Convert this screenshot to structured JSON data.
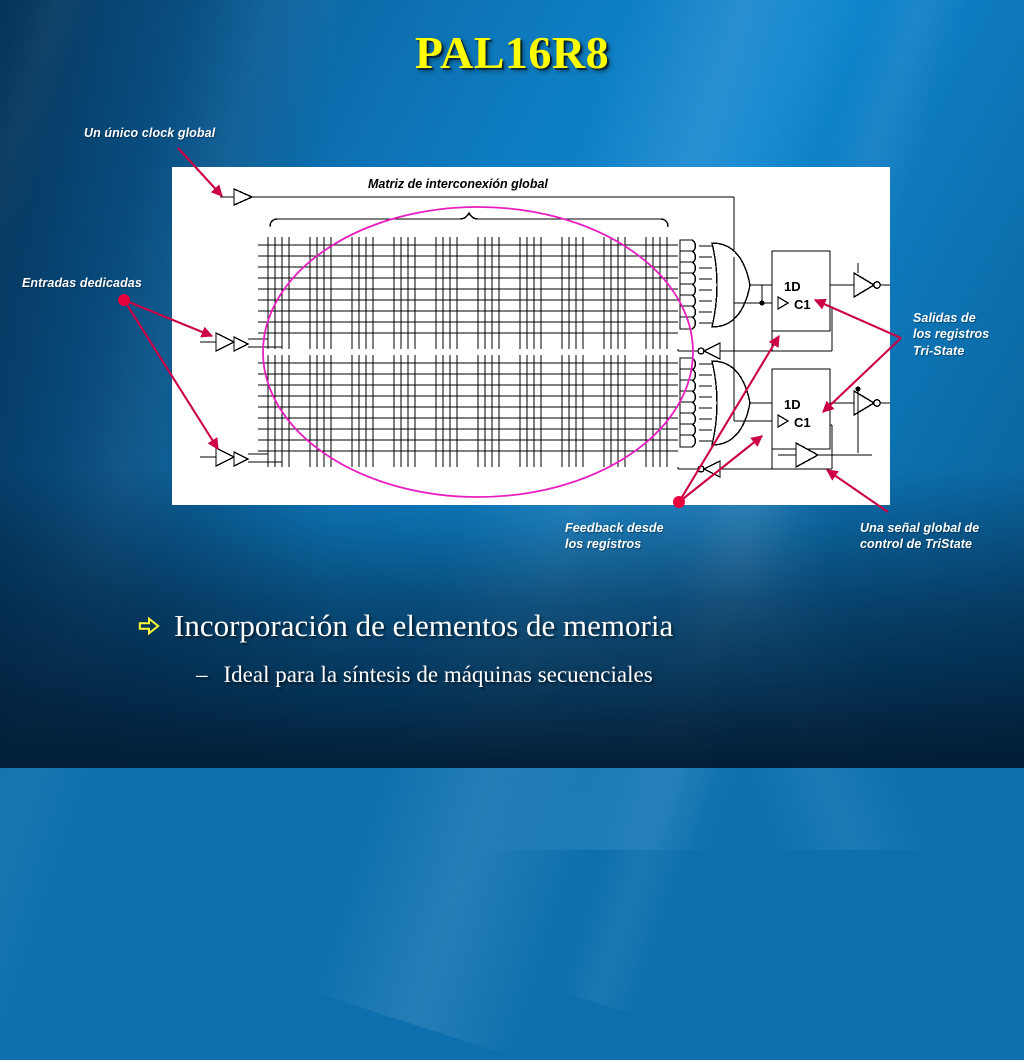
{
  "slide": {
    "title": "PAL16R8",
    "title_color": "#ffff00",
    "background_color": "#0d6fae",
    "accent_arrow_color": "#cc0044",
    "highlight_ellipse_color": "#e81fc0"
  },
  "callouts": {
    "clock": "Un único clock global",
    "inputs": "Entradas dedicadas",
    "outputs_line1": "Salidas de",
    "outputs_line2": "los registros",
    "outputs_line3": "Tri-State",
    "feedback_line1": "Feedback desde",
    "feedback_line2": "los registros",
    "tristate_line1": "Una señal global de",
    "tristate_line2": "control de TriState"
  },
  "diagram": {
    "matrix_label": "Matriz de interconexión global",
    "register_data_pin": "1D",
    "register_clock_pin": "C1",
    "register_data_pin_2": "1D",
    "register_clock_pin_2": "C1",
    "grid_rows_per_block": 9,
    "grid_columns": 32,
    "and_gates_per_block": 8,
    "register_blocks": 2
  },
  "bullets": {
    "bullet_glyph": "arrow-bullet-icon",
    "level1": "Incorporación de elementos de memoria",
    "level2_dash": "–",
    "level2": "Ideal para la síntesis de máquinas secuenciales"
  }
}
